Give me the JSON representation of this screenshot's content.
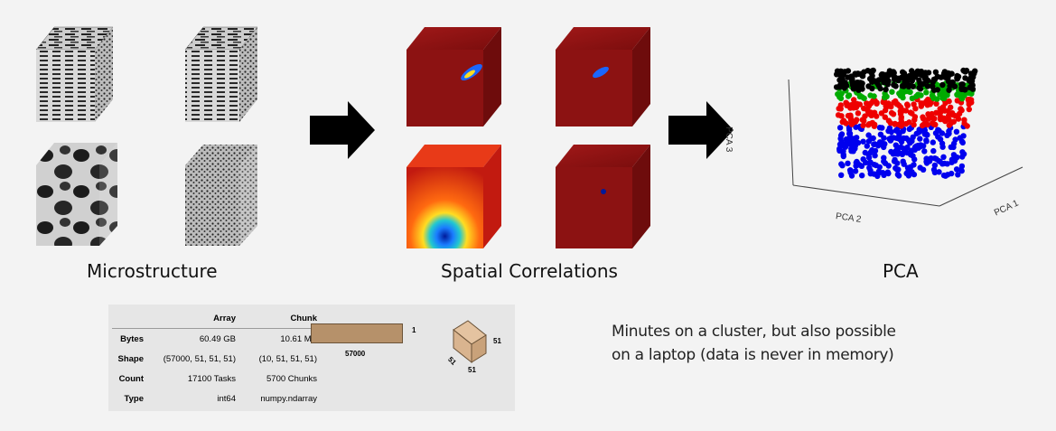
{
  "stages": [
    {
      "caption": "Microstructure"
    },
    {
      "caption": "Spatial Correlations"
    },
    {
      "caption": "PCA"
    }
  ],
  "pca_axes": {
    "x": "PCA 1",
    "y": "PCA 2",
    "z": "PCA 3"
  },
  "pca_series_colors": [
    "#0000ee",
    "#ee0000",
    "#00aa00",
    "#000000"
  ],
  "dask_array": {
    "headers": [
      "",
      "Array",
      "Chunk"
    ],
    "rows": [
      {
        "label": "Bytes",
        "array": "60.49 GB",
        "chunk": "10.61 MB"
      },
      {
        "label": "Shape",
        "array": "(57000, 51, 51, 51)",
        "chunk": "(10, 51, 51, 51)"
      },
      {
        "label": "Count",
        "array": "17100 Tasks",
        "chunk": "5700 Chunks"
      },
      {
        "label": "Type",
        "array": "int64",
        "chunk": "numpy.ndarray"
      }
    ],
    "bar_length_label": "57000",
    "bar_height_label": "1",
    "cube_labels": {
      "right": "51",
      "bottom": "51",
      "left": "51"
    }
  },
  "note": {
    "line1": "Minutes on a cluster, but also possible",
    "line2": "on a laptop (data is never in memory)"
  },
  "colors": {
    "accent_bar": "#b6916a",
    "cube_face": "#d9b48f",
    "correlation_red": "#8c1212"
  }
}
